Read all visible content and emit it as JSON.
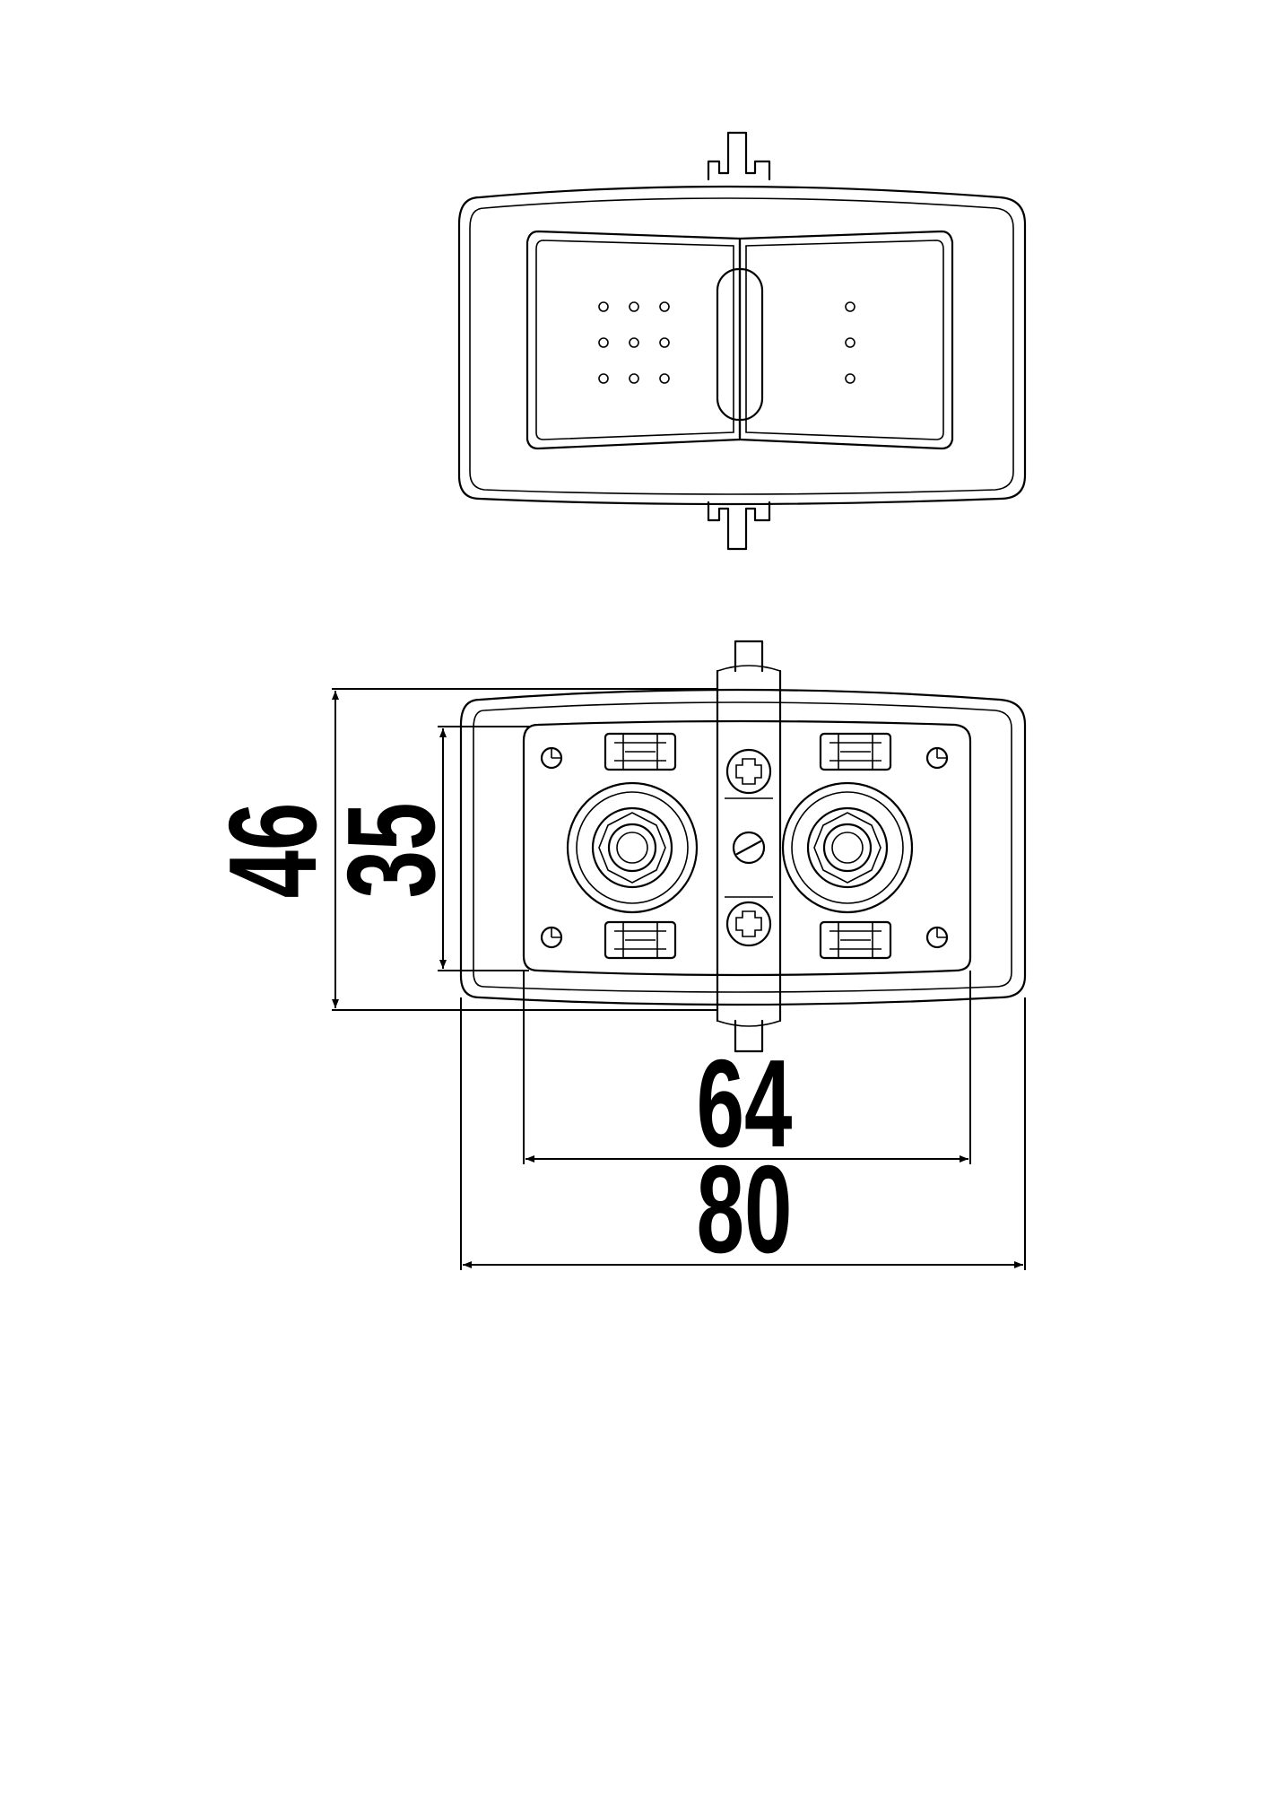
{
  "dimensions": {
    "overall_height": "46",
    "inner_height": "35",
    "inner_width": "64",
    "overall_width": "80"
  }
}
